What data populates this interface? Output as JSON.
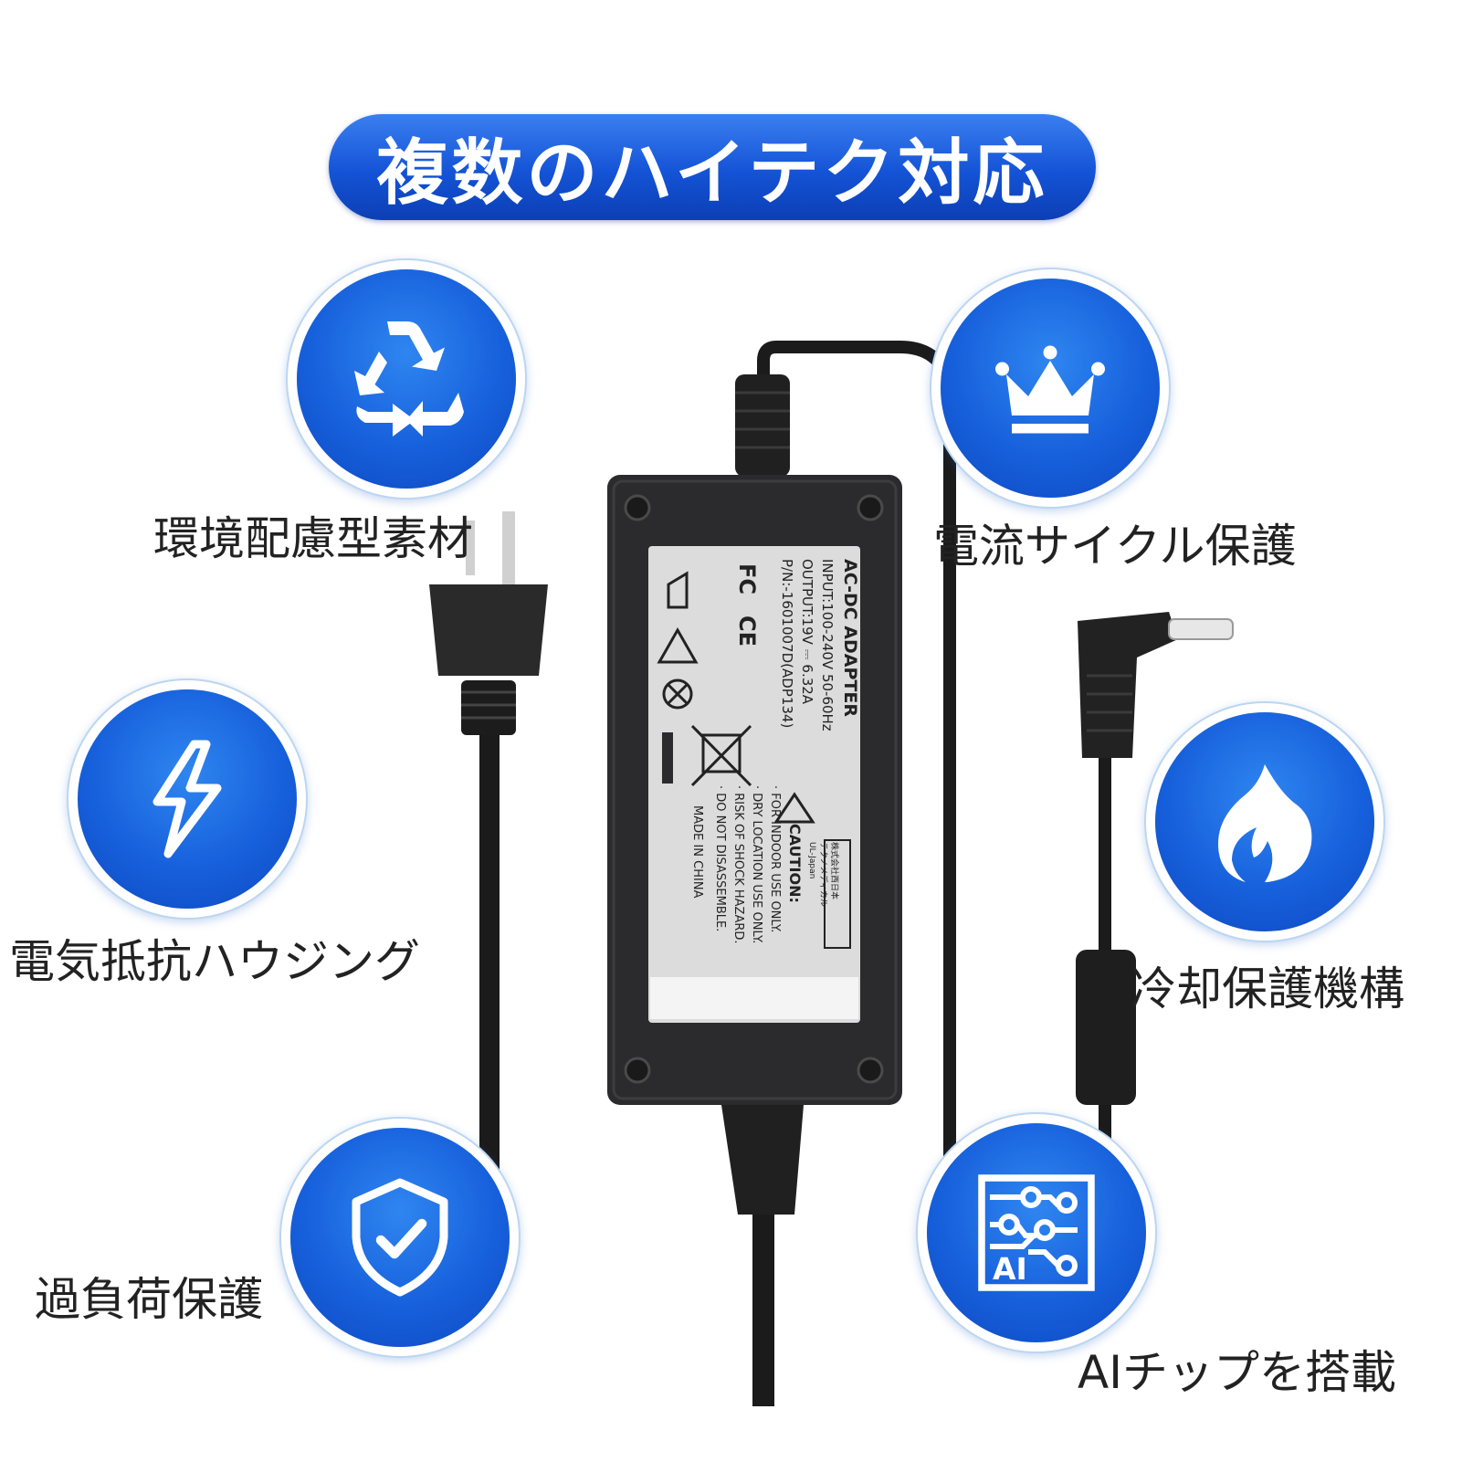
{
  "title": "複数のハイテク対応",
  "features": {
    "eco": {
      "label": "環境配慮型素材",
      "icon": "recycle-icon"
    },
    "cycle": {
      "label": "電流サイクル保護",
      "icon": "crown-icon"
    },
    "resist": {
      "label": "電気抵抗ハウジング",
      "icon": "lightning-icon"
    },
    "cooling": {
      "label": "冷却保護機構",
      "icon": "flame-icon"
    },
    "overload": {
      "label": "過負荷保護",
      "icon": "shield-check-icon"
    },
    "ai": {
      "label": "AIチップを搭載",
      "icon": "ai-chip-icon",
      "chip_text": "AI"
    }
  },
  "label_plate": {
    "heading": "AC-DC ADAPTER",
    "input": "INPUT:100-240V  50-60Hz",
    "output": "OUTPUT:19V ⎓ 6.32A",
    "pn": "P/N:-1601007D(ADP134)",
    "caution": "CAUTION:",
    "lines": [
      "· FOR INDOOR USE ONLY.",
      "· DRY LOCATION USE ONLY.",
      "· RISK OF SHOCK HAZARD.",
      "· DO NOT DISASSEMBLE."
    ],
    "made_in": "MADE IN CHINA",
    "ul": "UL-Japan",
    "company": "株式会社西日本",
    "company2": "テクノメディカル",
    "fc": "FC",
    "ce": "CE"
  },
  "colors": {
    "accent": "#1760dc",
    "adapter": "#2b2b2d",
    "plate": "#d9d9d9"
  }
}
